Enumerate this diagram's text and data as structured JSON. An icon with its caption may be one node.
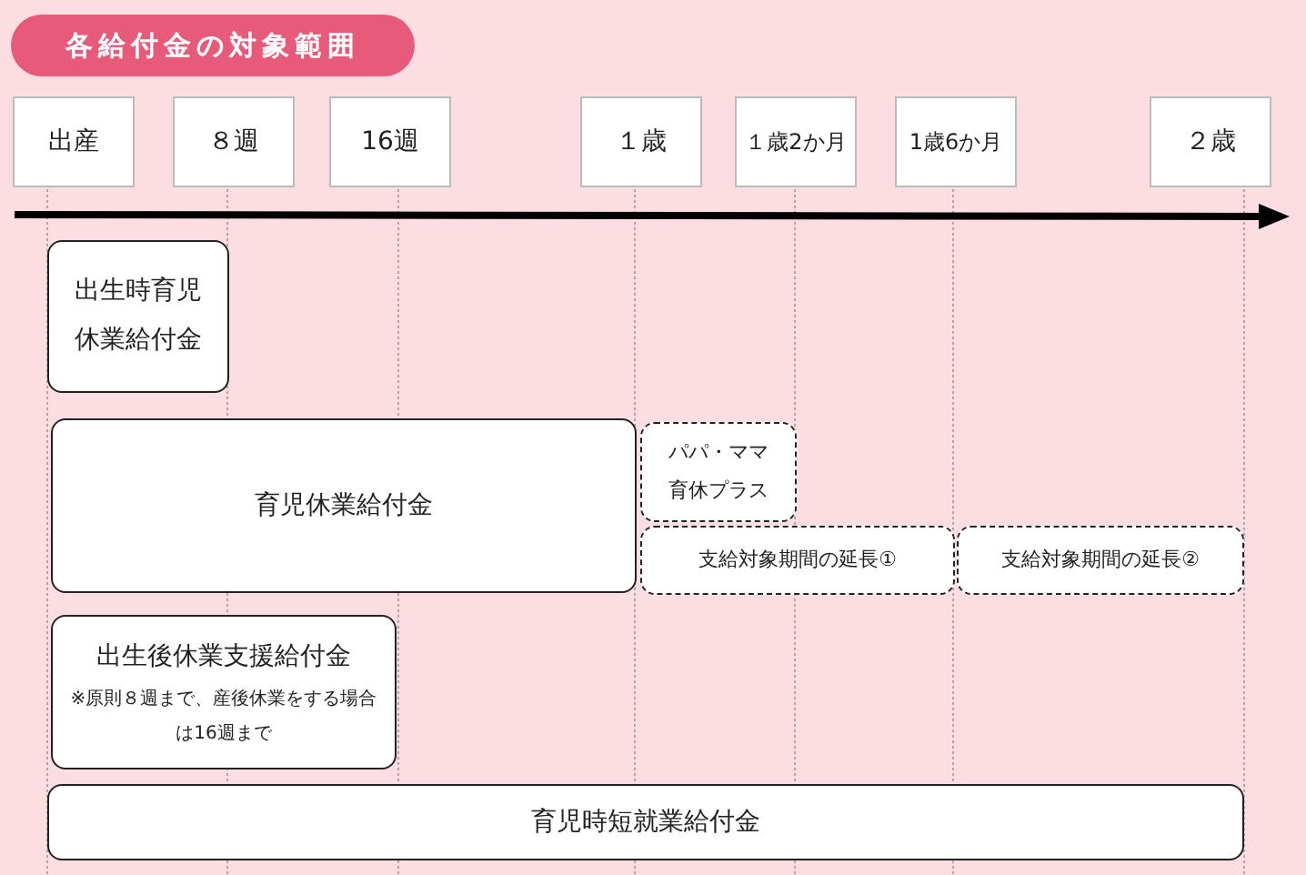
{
  "diagram": {
    "title": "各給付金の対象範囲",
    "nodes": [
      {
        "text": [
          "出産"
        ]
      },
      {
        "text": [
          "８週"
        ]
      },
      {
        "text": [
          "16週"
        ]
      },
      {
        "text": [
          "１歳"
        ]
      },
      {
        "text": [
          "１歳2か月"
        ]
      },
      {
        "text": [
          "1歳6か月"
        ]
      },
      {
        "text": [
          "２歳"
        ]
      },
      {
        "text": [
          "出生時育児休業給付金"
        ]
      },
      {
        "text": [
          "育児休業給付金"
        ]
      },
      {
        "text": [
          "パパ・ママ育休プラス"
        ]
      },
      {
        "text": [
          "支給対象期間の延長①"
        ]
      },
      {
        "text": [
          "支給対象期間の延長②"
        ]
      },
      {
        "text": [
          "出生後休業支援給付金",
          "※原則８週まで、産後休業をする場合は16週まで"
        ]
      },
      {
        "text": [
          "育児時短就業給付金"
        ]
      }
    ],
    "edges": []
  }
}
